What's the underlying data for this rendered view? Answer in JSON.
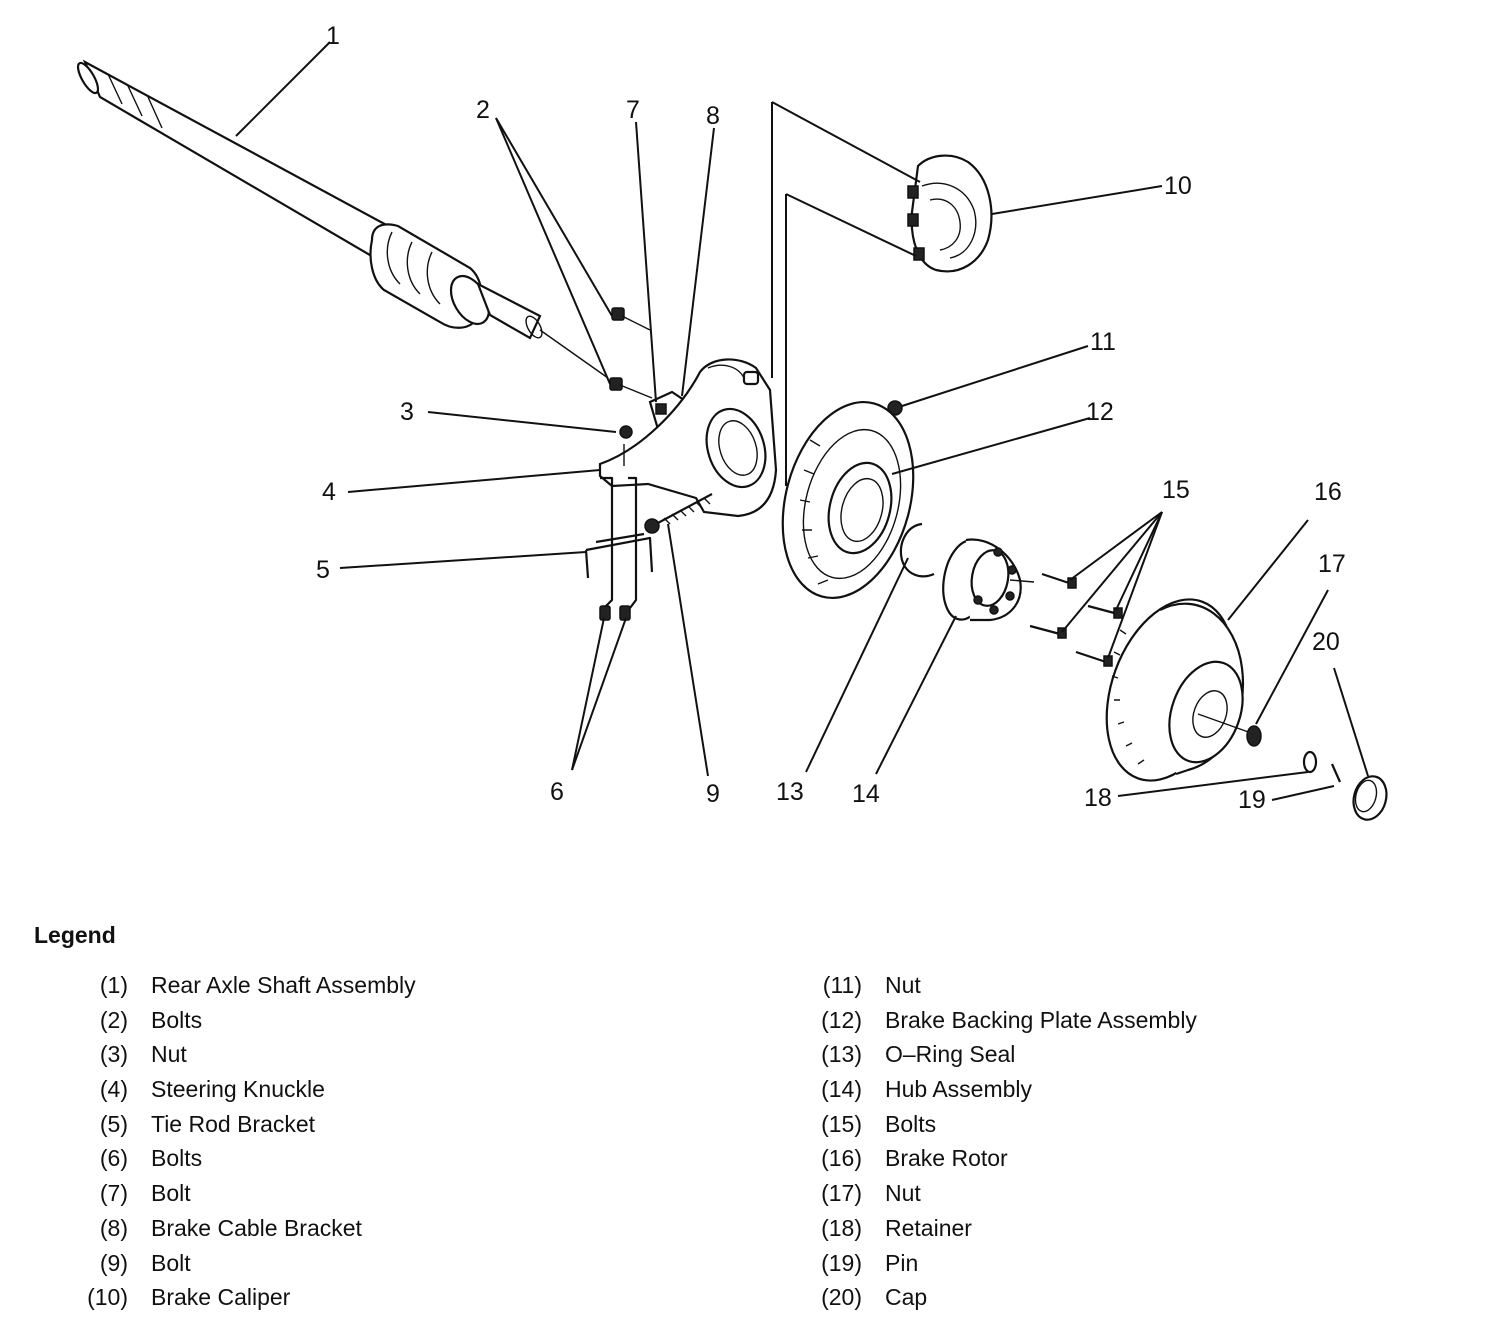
{
  "callouts": [
    "1",
    "2",
    "3",
    "4",
    "5",
    "6",
    "7",
    "8",
    "9",
    "10",
    "11",
    "12",
    "13",
    "14",
    "15",
    "16",
    "17",
    "18",
    "19",
    "20"
  ],
  "legend": {
    "title": "Legend",
    "left": [
      {
        "num": "(1)",
        "label": "Rear Axle Shaft Assembly"
      },
      {
        "num": "(2)",
        "label": "Bolts"
      },
      {
        "num": "(3)",
        "label": "Nut"
      },
      {
        "num": "(4)",
        "label": "Steering Knuckle"
      },
      {
        "num": "(5)",
        "label": "Tie Rod Bracket"
      },
      {
        "num": "(6)",
        "label": "Bolts"
      },
      {
        "num": "(7)",
        "label": "Bolt"
      },
      {
        "num": "(8)",
        "label": "Brake Cable Bracket"
      },
      {
        "num": "(9)",
        "label": "Bolt"
      },
      {
        "num": "(10)",
        "label": "Brake Caliper"
      }
    ],
    "right": [
      {
        "num": "(11)",
        "label": "Nut"
      },
      {
        "num": "(12)",
        "label": "Brake Backing Plate Assembly"
      },
      {
        "num": "(13)",
        "label": "O–Ring Seal"
      },
      {
        "num": "(14)",
        "label": "Hub Assembly"
      },
      {
        "num": "(15)",
        "label": "Bolts"
      },
      {
        "num": "(16)",
        "label": "Brake Rotor"
      },
      {
        "num": "(17)",
        "label": "Nut"
      },
      {
        "num": "(18)",
        "label": "Retainer"
      },
      {
        "num": "(19)",
        "label": "Pin"
      },
      {
        "num": "(20)",
        "label": "Cap"
      }
    ]
  }
}
